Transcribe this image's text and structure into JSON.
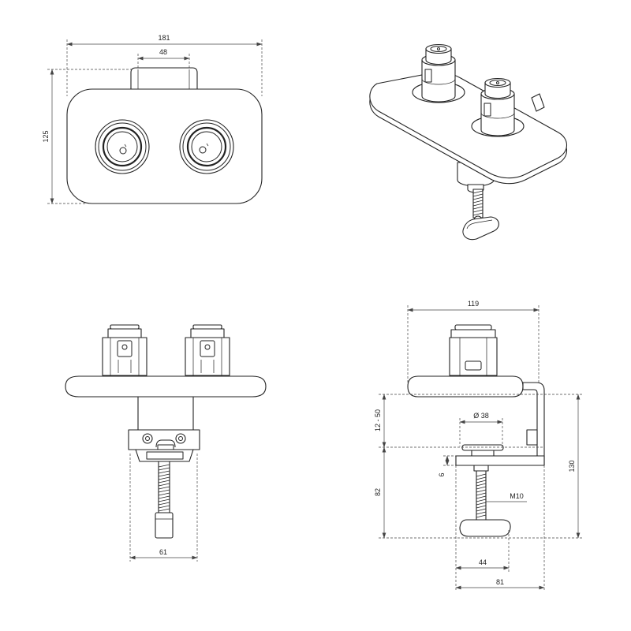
{
  "colors": {
    "ink": "#222222",
    "dimension": "#444444",
    "background": "#ffffff"
  },
  "top_view": {
    "width": "181",
    "tab_width": "48",
    "depth": "125"
  },
  "front_view": {
    "clamp_width": "61"
  },
  "side_view": {
    "width": "119",
    "desk_thickness": "12 - 50",
    "pad_diameter": "Ø 38",
    "arm_thickness": "6",
    "overall_height": "130",
    "clamp_depth": "82",
    "thread": "M10",
    "foot_width": "44",
    "arm_reach": "81"
  }
}
